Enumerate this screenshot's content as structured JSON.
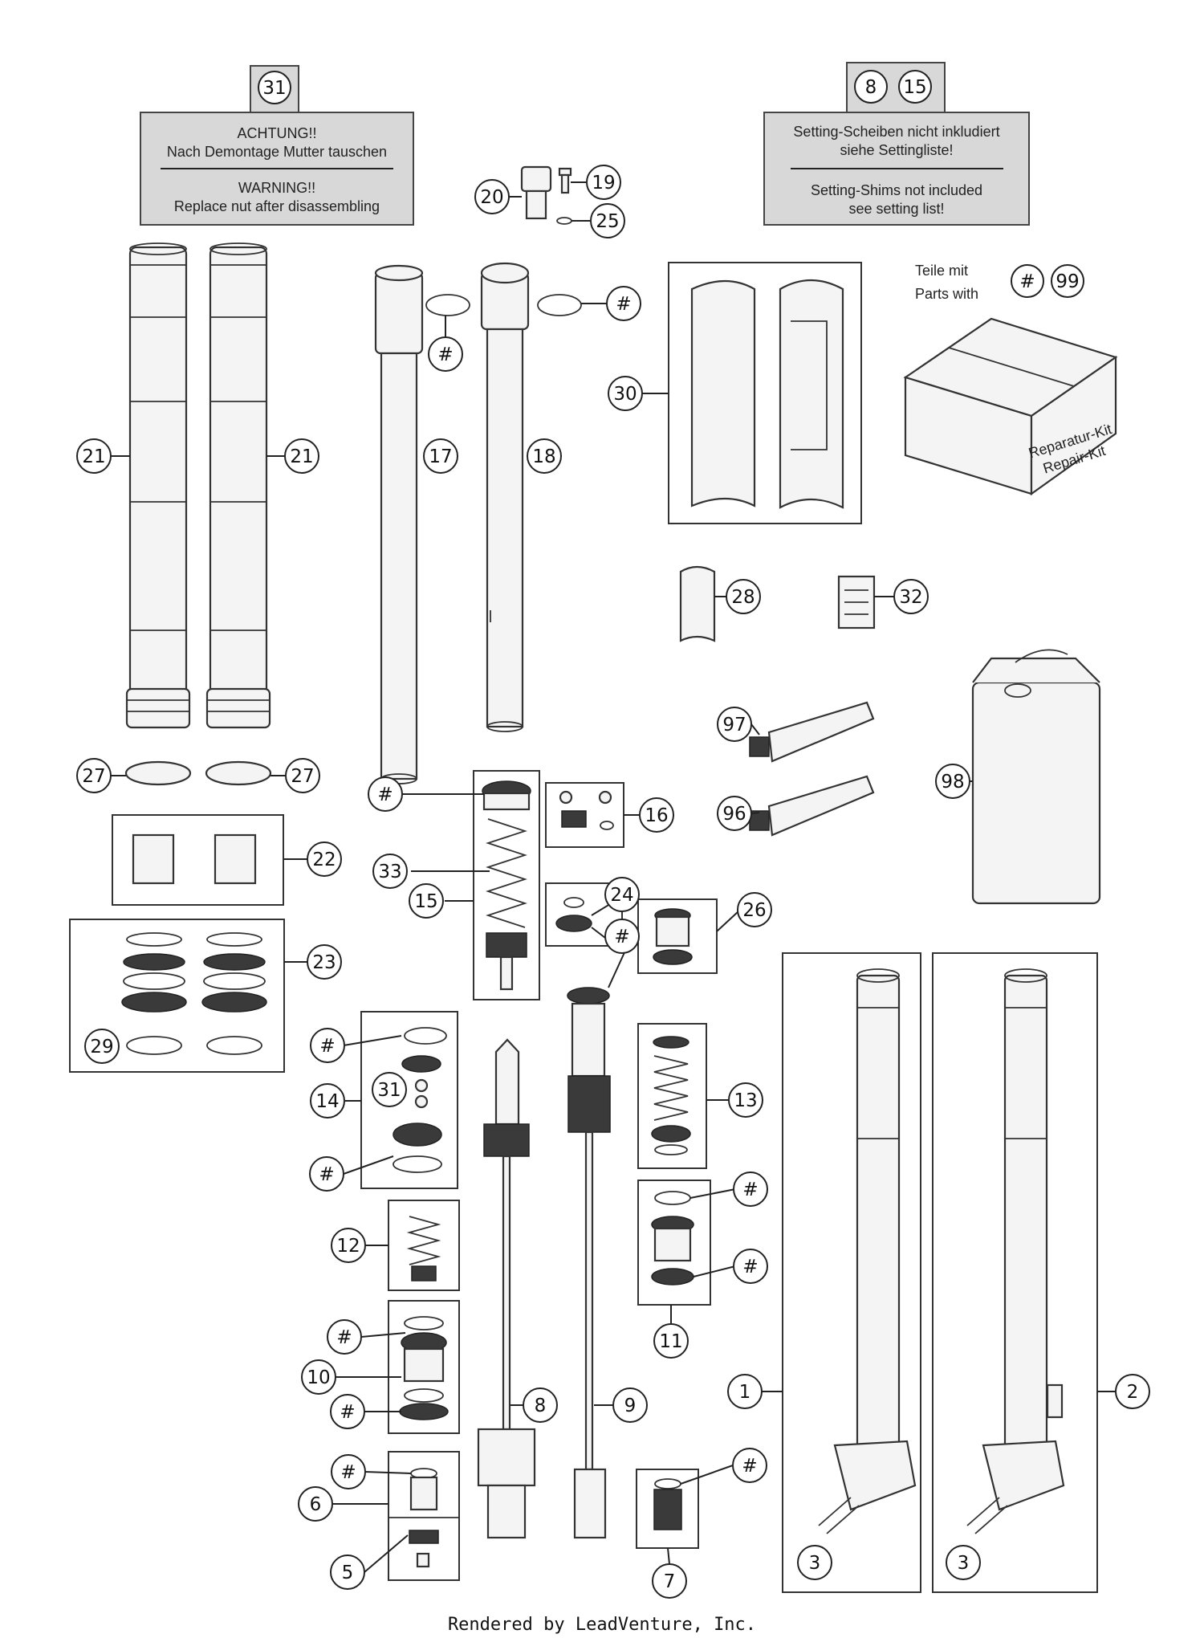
{
  "notes": {
    "nut_warning": {
      "tags": [
        "31"
      ],
      "lines": [
        "ACHTUNG!!",
        "Nach Demontage Mutter tauschen",
        "WARNING!!",
        "Replace nut after disassembling"
      ]
    },
    "setting_shims": {
      "tags": [
        "8",
        "15"
      ],
      "lines": [
        "Setting-Scheiben nicht inkludiert",
        "siehe Settingliste!",
        "Setting-Shims not included",
        "see setting list!"
      ]
    },
    "repair_kit": {
      "lines": [
        "Teile mit",
        "Parts with"
      ],
      "tags": [
        "#",
        "99"
      ],
      "box_text": [
        "Reparatur-Kit",
        "Repair-Kit"
      ]
    }
  },
  "callouts": [
    {
      "id": "c21a",
      "label": "21"
    },
    {
      "id": "c21b",
      "label": "21"
    },
    {
      "id": "c17",
      "label": "17"
    },
    {
      "id": "c18",
      "label": "18"
    },
    {
      "id": "c20",
      "label": "20"
    },
    {
      "id": "c19",
      "label": "19"
    },
    {
      "id": "c25",
      "label": "25"
    },
    {
      "id": "chash1",
      "label": "#"
    },
    {
      "id": "chash2",
      "label": "#"
    },
    {
      "id": "c30",
      "label": "30"
    },
    {
      "id": "c28",
      "label": "28"
    },
    {
      "id": "c32",
      "label": "32"
    },
    {
      "id": "c97",
      "label": "97"
    },
    {
      "id": "c96",
      "label": "96"
    },
    {
      "id": "c98",
      "label": "98"
    },
    {
      "id": "c27a",
      "label": "27"
    },
    {
      "id": "c27b",
      "label": "27"
    },
    {
      "id": "c22",
      "label": "22"
    },
    {
      "id": "c23",
      "label": "23"
    },
    {
      "id": "c29",
      "label": "29"
    },
    {
      "id": "chash3",
      "label": "#"
    },
    {
      "id": "c33",
      "label": "33"
    },
    {
      "id": "c15",
      "label": "15"
    },
    {
      "id": "c16",
      "label": "16"
    },
    {
      "id": "c24",
      "label": "24"
    },
    {
      "id": "chash4",
      "label": "#"
    },
    {
      "id": "c26",
      "label": "26"
    },
    {
      "id": "chash5",
      "label": "#"
    },
    {
      "id": "c14",
      "label": "14"
    },
    {
      "id": "c31",
      "label": "31"
    },
    {
      "id": "chash6",
      "label": "#"
    },
    {
      "id": "c13",
      "label": "13"
    },
    {
      "id": "chash7",
      "label": "#"
    },
    {
      "id": "chash8",
      "label": "#"
    },
    {
      "id": "c11",
      "label": "11"
    },
    {
      "id": "c12",
      "label": "12"
    },
    {
      "id": "chash9",
      "label": "#"
    },
    {
      "id": "c10",
      "label": "10"
    },
    {
      "id": "chash10",
      "label": "#"
    },
    {
      "id": "c8",
      "label": "8"
    },
    {
      "id": "c9",
      "label": "9"
    },
    {
      "id": "chash11",
      "label": "#"
    },
    {
      "id": "c6",
      "label": "6"
    },
    {
      "id": "c5",
      "label": "5"
    },
    {
      "id": "chash12",
      "label": "#"
    },
    {
      "id": "c7",
      "label": "7"
    },
    {
      "id": "c1",
      "label": "1"
    },
    {
      "id": "c2",
      "label": "2"
    },
    {
      "id": "c3a",
      "label": "3"
    },
    {
      "id": "c3b",
      "label": "3"
    }
  ],
  "footer": "Rendered by LeadVenture, Inc."
}
